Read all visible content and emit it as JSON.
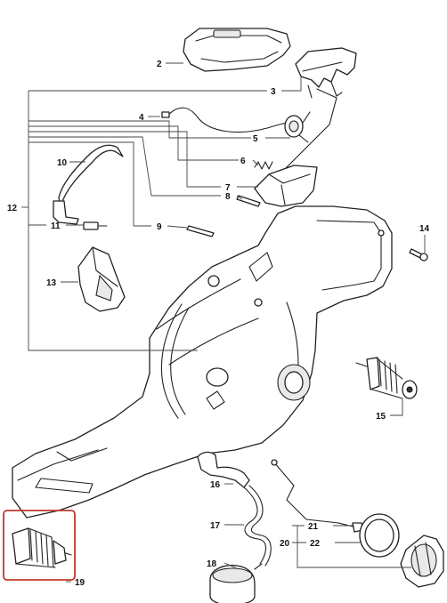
{
  "parts": [
    {
      "id": "part-2",
      "label": "2"
    },
    {
      "id": "part-3",
      "label": "3"
    },
    {
      "id": "part-4",
      "label": "4"
    },
    {
      "id": "part-5",
      "label": "5"
    },
    {
      "id": "part-6",
      "label": "6"
    },
    {
      "id": "part-7",
      "label": "7"
    },
    {
      "id": "part-8",
      "label": "8"
    },
    {
      "id": "part-9",
      "label": "9"
    },
    {
      "id": "part-10",
      "label": "10"
    },
    {
      "id": "part-11",
      "label": "11"
    },
    {
      "id": "part-12",
      "label": "12"
    },
    {
      "id": "part-13",
      "label": "13"
    },
    {
      "id": "part-14",
      "label": "14"
    },
    {
      "id": "part-15",
      "label": "15"
    },
    {
      "id": "part-16",
      "label": "16"
    },
    {
      "id": "part-17",
      "label": "17"
    },
    {
      "id": "part-18",
      "label": "18"
    },
    {
      "id": "part-19",
      "label": "19"
    },
    {
      "id": "part-20",
      "label": "20"
    },
    {
      "id": "part-21",
      "label": "21"
    },
    {
      "id": "part-22",
      "label": "22"
    }
  ],
  "highlight": {
    "part": "19",
    "color": "#c0392b"
  }
}
